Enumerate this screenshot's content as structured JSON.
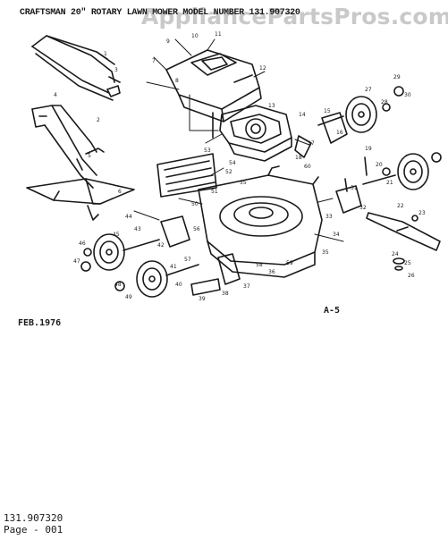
{
  "header": {
    "title": "CRAFTSMAN 20\" ROTARY LAWN MOWER MODEL NUMBER 131.907320"
  },
  "watermark": {
    "text": "AppliancePartsPros.com",
    "color": "#c9c9c9"
  },
  "diagram": {
    "date": "FEB.1976",
    "sheet": "A-5",
    "callouts": [
      "1",
      "2",
      "3",
      "4",
      "5",
      "6",
      "7",
      "8",
      "9",
      "10",
      "11",
      "12",
      "13",
      "14",
      "15",
      "16",
      "17",
      "18",
      "19",
      "20",
      "21",
      "22",
      "23",
      "24",
      "25",
      "26",
      "27",
      "28",
      "29",
      "30",
      "31",
      "32",
      "33",
      "34",
      "35",
      "36",
      "37",
      "38",
      "39",
      "40",
      "41",
      "42",
      "43",
      "44",
      "45",
      "46",
      "47",
      "48",
      "49",
      "50",
      "51",
      "52",
      "53",
      "54",
      "55",
      "56",
      "57",
      "58",
      "59",
      "60"
    ]
  },
  "footer": {
    "model": "131.907320",
    "page": "Page - 001"
  }
}
